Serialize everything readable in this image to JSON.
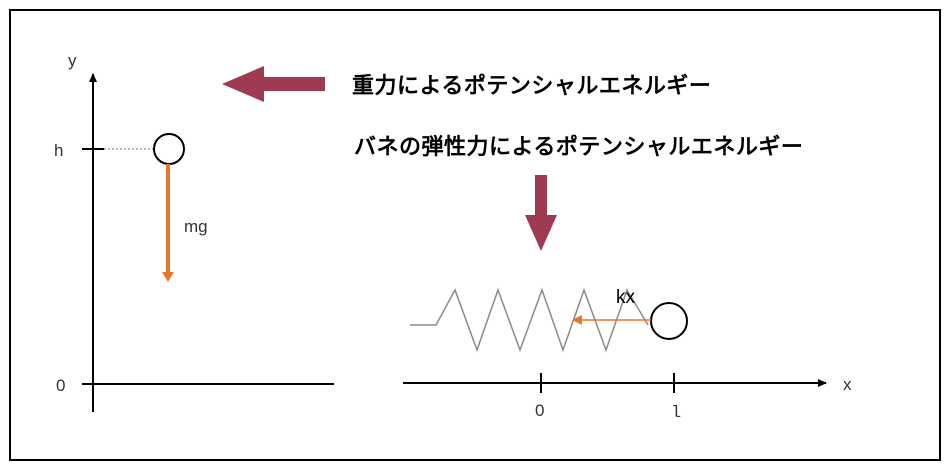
{
  "labels": {
    "gravity_energy": "重力によるポテンシャルエネルギー",
    "spring_energy": "バネの弾性力によるポテンシャルエネルギー",
    "y_axis": "y",
    "h_tick": "h",
    "zero_left": "0",
    "mg_force": "mg",
    "kx_force": "kx",
    "x_axis": "x",
    "zero_right": "0",
    "l_tick": "l"
  },
  "colors": {
    "big_arrow": "#9e3a52",
    "force_arrow": "#e8762c",
    "axis": "#000000",
    "spring": "#8a8a8a"
  }
}
